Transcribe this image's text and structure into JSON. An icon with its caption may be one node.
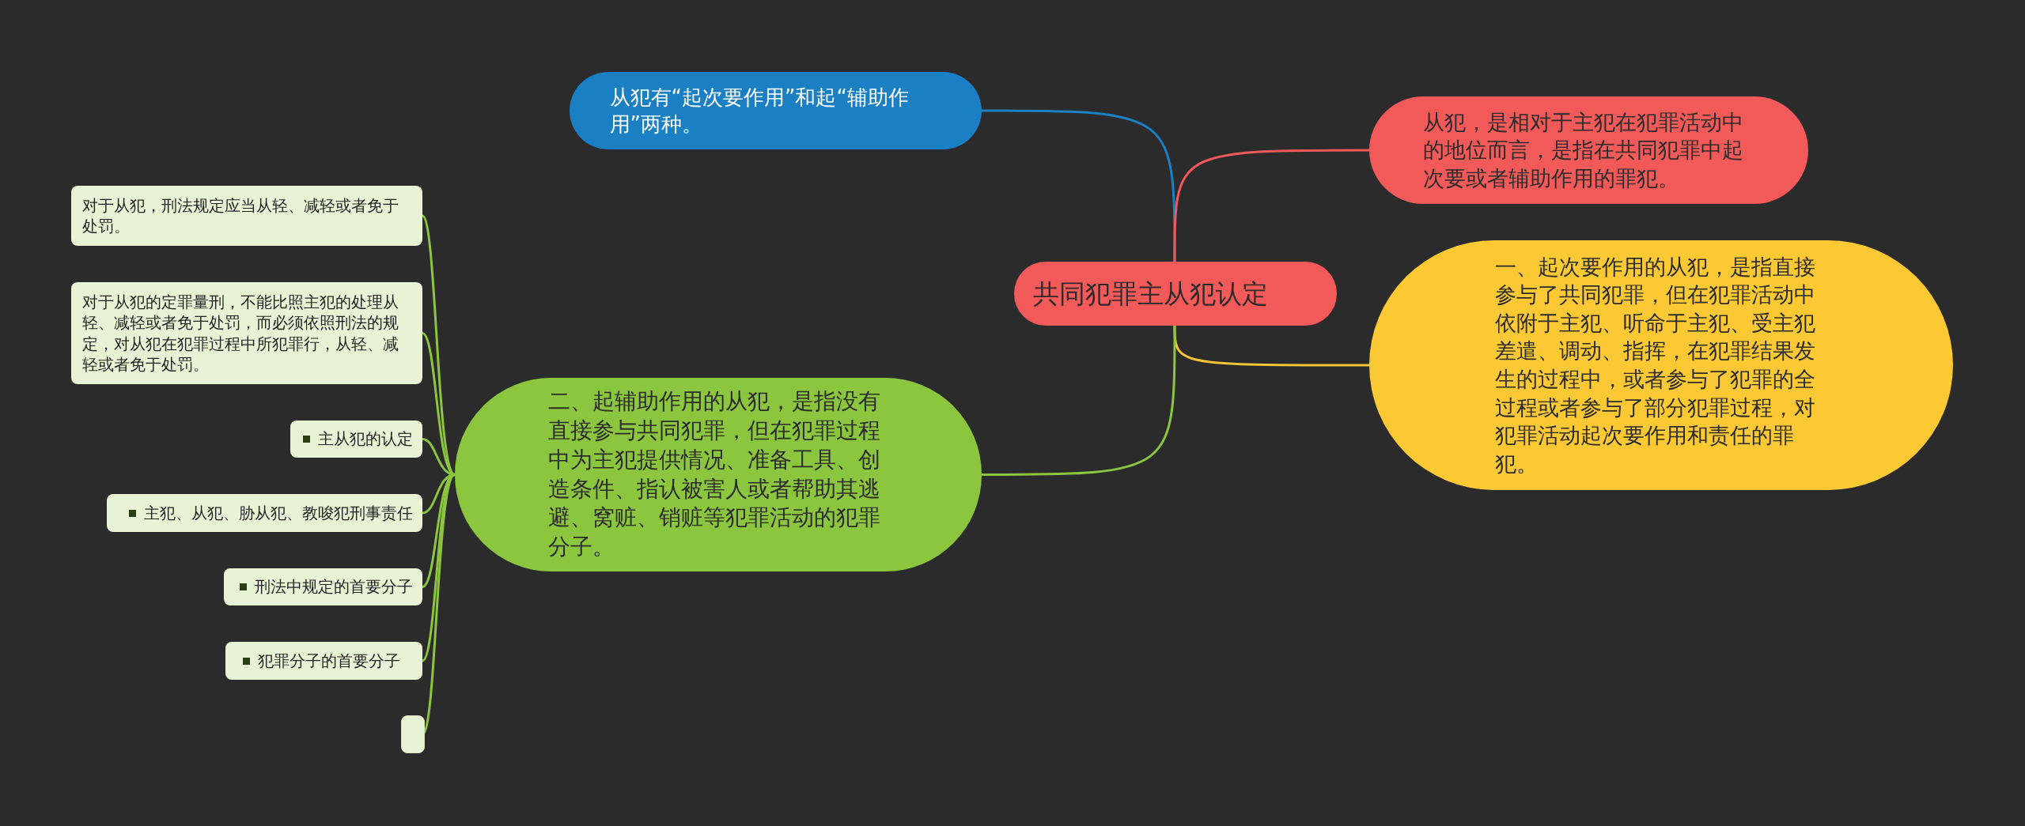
{
  "diagram": {
    "nodes": [
      {
        "text": [
          "共同犯罪主从犯认定"
        ]
      },
      {
        "text": [
          "从犯有“起次要作用”和起“辅助作用”两种。"
        ]
      },
      {
        "text": [
          "从犯，是相对于主犯在犯罪活动中的地位而言，是指在共同犯罪中起次要或者辅助作用的罪犯。"
        ]
      },
      {
        "text": [
          "一、起次要作用的从犯，是指直接参与了共同犯罪，但在犯罪活动中依附于主犯、听命于主犯、受主犯差遣、调动、指挥，在犯罪结果发生的过程中，或者参与了犯罪的全过程或者参与了部分犯罪过程，对犯罪活动起次要作用和责任的罪犯。"
        ]
      },
      {
        "text": [
          "二、起辅助作用的从犯，是指没有直接参与共同犯罪，但在犯罪过程中为主犯提供情况、准备工具、创造条件、指认被害人或者帮助其逃避、窝赃、销赃等犯罪活动的犯罪分子。"
        ]
      },
      {
        "text": [
          "对于从犯，刑法规定应当从轻、减轻或者免于处罚。"
        ]
      },
      {
        "text": [
          "对于从犯的定罪量刑，不能比照主犯的处理从轻、减轻或者免于处罚，而必须依照刑法的规定，对从犯在犯罪过程中所犯罪行，从轻、减轻或者免于处罚。"
        ]
      },
      {
        "text": [
          "主从犯的认定"
        ]
      },
      {
        "text": [
          "主犯、从犯、胁从犯、教唆犯刑事责任"
        ]
      },
      {
        "text": [
          "刑法中规定的首要分子"
        ]
      },
      {
        "text": [
          "犯罪分子的首要分子"
        ]
      },
      {
        "text": [],
        "shape": "box"
      }
    ],
    "edges": [
      {
        "from": 1,
        "to": 0,
        "arrow": "none",
        "color": "#1a7fc3"
      },
      {
        "from": 0,
        "to": 2,
        "arrow": "none",
        "color": "#f25a5a"
      },
      {
        "from": 0,
        "to": 3,
        "arrow": "none",
        "color": "#f5c535"
      },
      {
        "from": 0,
        "to": 4,
        "arrow": "none"
      },
      {
        "from": 4,
        "to": 5,
        "arrow": "none"
      },
      {
        "from": 4,
        "to": 6,
        "arrow": "none"
      },
      {
        "from": 4,
        "to": 7,
        "arrow": "none"
      },
      {
        "from": 4,
        "to": 8,
        "arrow": "none"
      },
      {
        "from": 4,
        "to": 9,
        "arrow": "none"
      },
      {
        "from": 4,
        "to": 10,
        "arrow": "none"
      },
      {
        "from": 4,
        "to": 11,
        "arrow": "none"
      }
    ]
  }
}
